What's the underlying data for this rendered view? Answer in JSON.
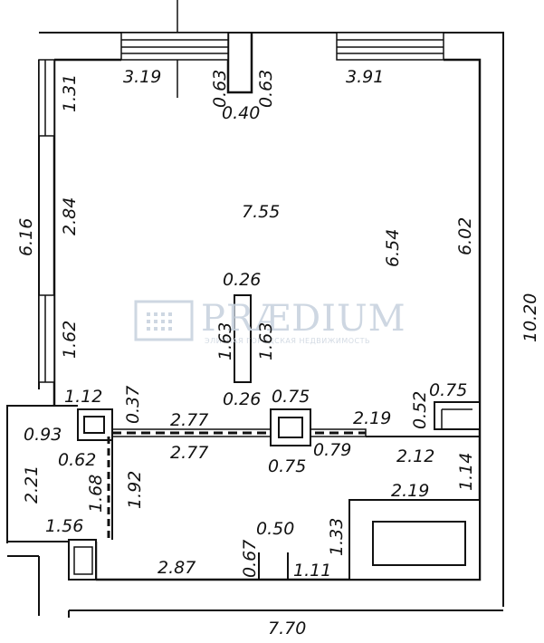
{
  "plan": {
    "dims": {
      "top_left_width": "3.19",
      "top_left_jamb": "0.63",
      "top_right_jamb": "0.63",
      "top_niche": "0.40",
      "top_right_width": "3.91",
      "left_top_seg": "1.31",
      "left_mid_seg": "2.84",
      "left_low_seg": "1.62",
      "left_total": "6.16",
      "room_width": "7.55",
      "room_depth": "6.54",
      "right_depth": "6.02",
      "column_width_top": "0.26",
      "column_left_side": "1.63",
      "column_right_side": "1.63",
      "column_width_bottom": "0.26",
      "shaft_top_width": "0.75",
      "shaft_bottom_width": "0.75",
      "shaft_right_side": "0.79",
      "partition_left_top": "2.77",
      "partition_left_bottom": "2.77",
      "partition_right": "2.19",
      "right_box_height": "0.52",
      "right_box_width": "0.75",
      "small_shaft_width": "1.12",
      "small_shaft_side": "0.37",
      "wc_width": "0.93",
      "wc_inner": "0.62",
      "wc_depth": "2.21",
      "corridor_a": "1.68",
      "corridor_b": "1.92",
      "wc_bottom": "1.56",
      "bath_right_width": "2.12",
      "bath_right_depth": "1.14",
      "bath_width": "2.19",
      "bath_height": "1.33",
      "bottom_left_width": "2.87",
      "bottom_jamb": "0.67",
      "bottom_door": "0.50",
      "bottom_right_width": "1.11",
      "overall_width": "7.70",
      "overall_depth": "10.20"
    },
    "watermark": {
      "brand": "PRÆDIUM",
      "tagline": "ЭЛИТНАЯ ГОРОДСКАЯ НЕДВИЖИМОСТЬ"
    }
  }
}
